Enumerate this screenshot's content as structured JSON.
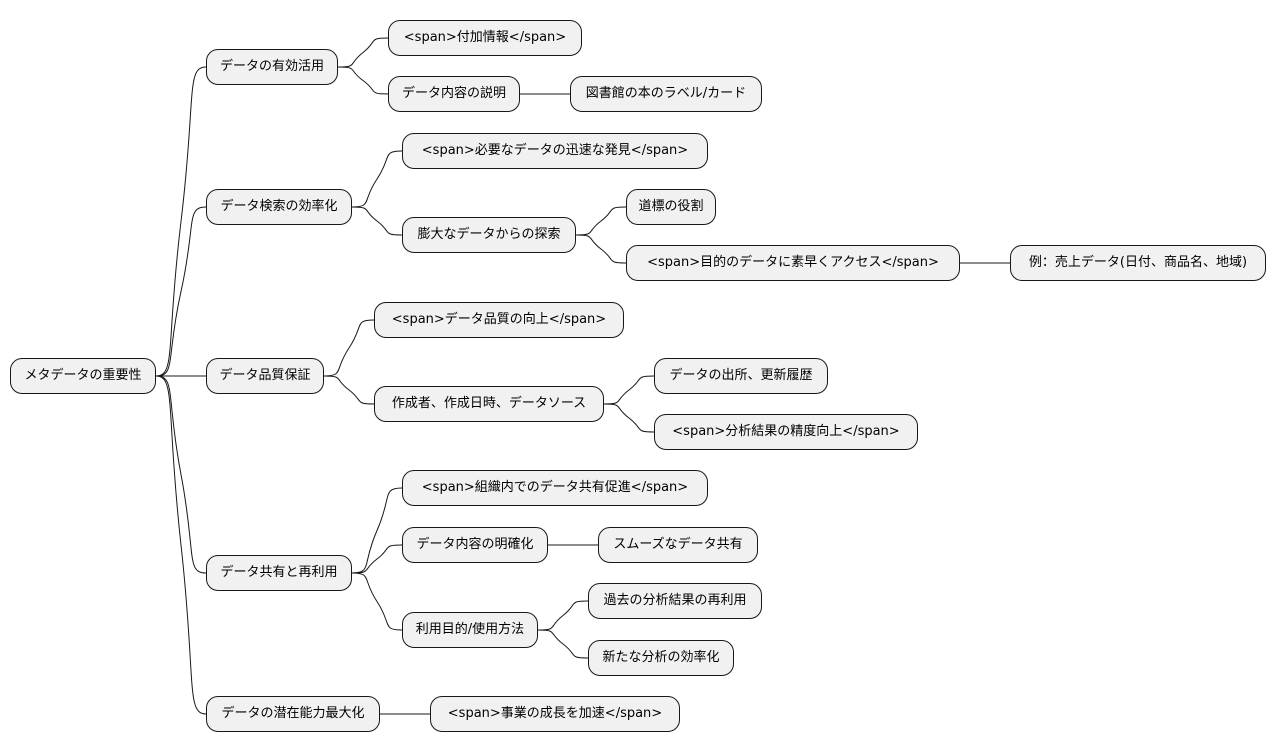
{
  "colors": {
    "node_fill": "#f1f1f1",
    "node_border": "#181818",
    "edge": "#181818",
    "background": "#ffffff"
  },
  "mindmap": {
    "root": {
      "label": "メタデータの重要性",
      "children": [
        {
          "label": "データの有効活用",
          "children": [
            {
              "label": "<span>付加情報</span>"
            },
            {
              "label": "データ内容の説明",
              "children": [
                {
                  "label": "図書館の本のラベル/カード"
                }
              ]
            }
          ]
        },
        {
          "label": "データ検索の効率化",
          "children": [
            {
              "label": "<span>必要なデータの迅速な発見</span>"
            },
            {
              "label": "膨大なデータからの探索",
              "children": [
                {
                  "label": "道標の役割"
                },
                {
                  "label": "<span>目的のデータに素早くアクセス</span>",
                  "children": [
                    {
                      "label": "例：売上データ(日付、商品名、地域)"
                    }
                  ]
                }
              ]
            }
          ]
        },
        {
          "label": "データ品質保証",
          "children": [
            {
              "label": "<span>データ品質の向上</span>"
            },
            {
              "label": "作成者、作成日時、データソース",
              "children": [
                {
                  "label": "データの出所、更新履歴"
                },
                {
                  "label": "<span>分析結果の精度向上</span>"
                }
              ]
            }
          ]
        },
        {
          "label": "データ共有と再利用",
          "children": [
            {
              "label": "<span>組織内でのデータ共有促進</span>"
            },
            {
              "label": "データ内容の明確化",
              "children": [
                {
                  "label": "スムーズなデータ共有"
                }
              ]
            },
            {
              "label": "利用目的/使用方法",
              "children": [
                {
                  "label": "過去の分析結果の再利用"
                },
                {
                  "label": "新たな分析の効率化"
                }
              ]
            }
          ]
        },
        {
          "label": "データの潜在能力最大化",
          "children": [
            {
              "label": "<span>事業の成長を加速</span>"
            }
          ]
        }
      ]
    }
  }
}
